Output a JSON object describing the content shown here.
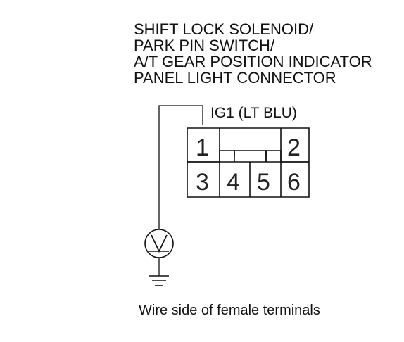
{
  "title": {
    "line1": "SHIFT LOCK SOLENOID/",
    "line2": "PARK PIN SWITCH/",
    "line3": "A/T GEAR POSITION INDICATOR",
    "line4": "PANEL LIGHT CONNECTOR"
  },
  "wire": {
    "label": "IG1 (LT BLU)"
  },
  "connector": {
    "pins": [
      "1",
      "2",
      "3",
      "4",
      "5",
      "6"
    ]
  },
  "meter": {
    "symbol": "V",
    "icon": "voltmeter-icon"
  },
  "ground": {
    "icon": "ground-icon"
  },
  "caption": "Wire side of female terminals"
}
